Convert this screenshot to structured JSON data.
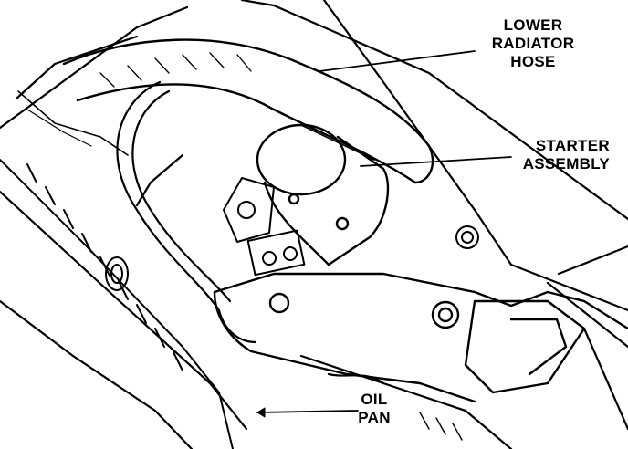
{
  "labels": {
    "lower_radiator_hose": [
      "LOWER",
      "RADIATOR",
      "HOSE"
    ],
    "starter_assembly": [
      "STARTER",
      "ASSEMBLY"
    ],
    "oil_pan": [
      "OIL",
      "PAN"
    ]
  },
  "colors": {
    "ink": "#000000",
    "paper": "#ffffff"
  }
}
